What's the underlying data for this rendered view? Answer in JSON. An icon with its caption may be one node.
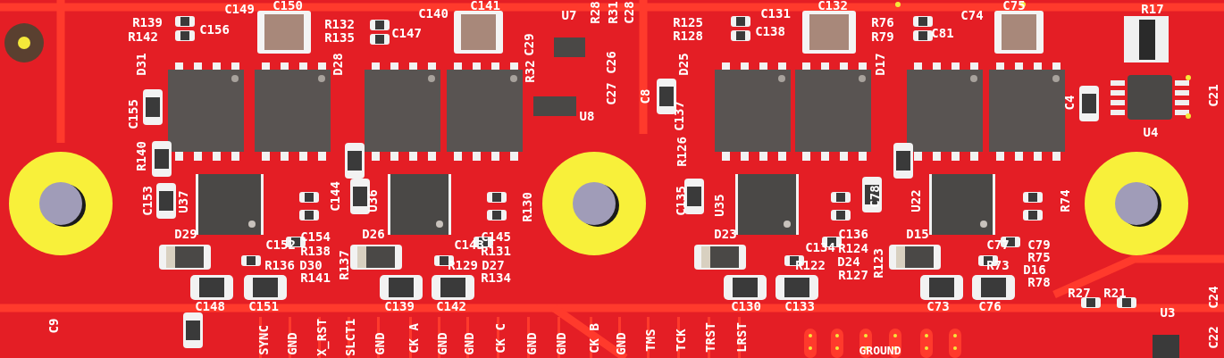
{
  "diagram": {
    "labels": [
      "C149",
      "C150",
      "C140",
      "C141",
      "U7",
      "R28",
      "R31",
      "C28",
      "C131",
      "C132",
      "C74",
      "C75",
      "R17",
      "R139",
      "R132",
      "R125",
      "R76",
      "R142",
      "C156",
      "R135",
      "C147",
      "R128",
      "C138",
      "R79",
      "C81",
      "D31",
      "D28",
      "C29",
      "R32",
      "C26",
      "D25",
      "D17",
      "C155",
      "U8",
      "C27",
      "C8",
      "C137",
      "C4",
      "U4",
      "C21",
      "R140",
      "R126",
      "C153",
      "U37",
      "C144",
      "U36",
      "R130",
      "C135",
      "U35",
      "C78",
      "U22",
      "R74",
      "D29",
      "C152",
      "C154",
      "D26",
      "C143",
      "C145",
      "D23",
      "C134",
      "C136",
      "D15",
      "C77",
      "C79",
      "R138",
      "R131",
      "R124",
      "R75",
      "R136",
      "D30",
      "R137",
      "R129",
      "D27",
      "R122",
      "D24",
      "R123",
      "R73",
      "D16",
      "R141",
      "R134",
      "R127",
      "R78",
      "R27",
      "R21",
      "C24",
      "C148",
      "C151",
      "C139",
      "C142",
      "C130",
      "C133",
      "C73",
      "C76",
      "U3",
      "C9",
      "SYNC",
      "GND",
      "X_RST",
      "SLCT1",
      "GND",
      "CK A",
      "GND",
      "GND",
      "CK C",
      "GND",
      "GND",
      "CK B",
      "GND",
      "TMS",
      "TCK",
      "TRST",
      "LRST",
      "GROUND",
      "C22"
    ]
  }
}
